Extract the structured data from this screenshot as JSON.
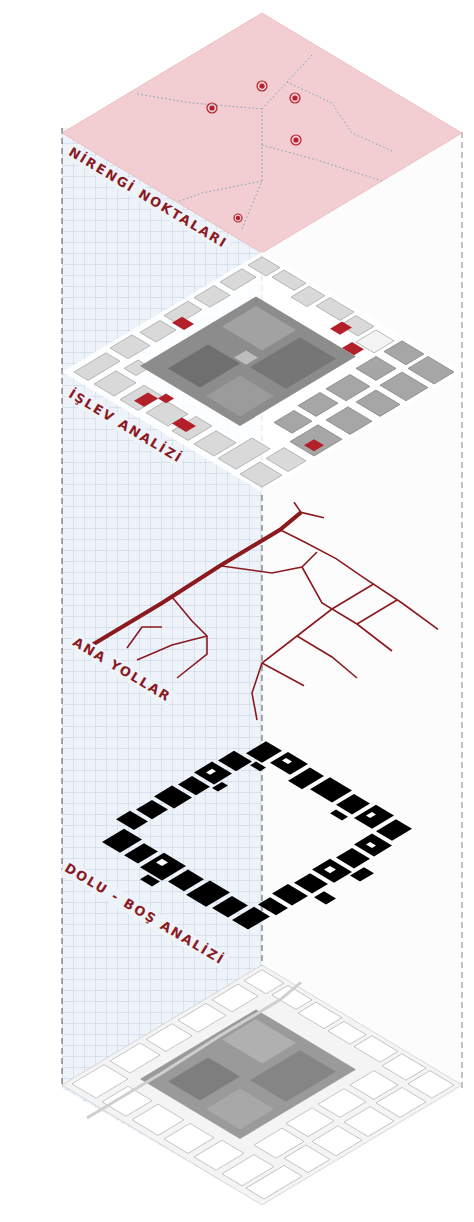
{
  "diagram": {
    "labels": [
      "NİRENGİ NOKTALARI",
      "İŞLEV ANALİZİ",
      "ANA YOLLAR",
      "DOLU - BOŞ ANALİZİ"
    ]
  }
}
